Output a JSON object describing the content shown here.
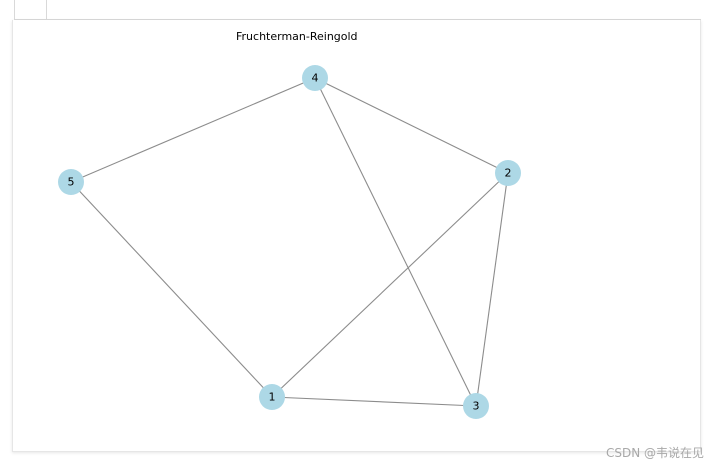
{
  "figure": {
    "title": "Fruchterman-Reingold"
  },
  "graph": {
    "node_color": "#add8e6",
    "edge_color": "#8c8c8c",
    "nodes": [
      {
        "id": "1",
        "label": "1"
      },
      {
        "id": "2",
        "label": "2"
      },
      {
        "id": "3",
        "label": "3"
      },
      {
        "id": "4",
        "label": "4"
      },
      {
        "id": "5",
        "label": "5"
      }
    ],
    "edges": [
      [
        "4",
        "5"
      ],
      [
        "4",
        "2"
      ],
      [
        "4",
        "3"
      ],
      [
        "5",
        "1"
      ],
      [
        "2",
        "1"
      ],
      [
        "2",
        "3"
      ],
      [
        "1",
        "3"
      ]
    ]
  },
  "watermark": {
    "text": "CSDN @韦说在见"
  }
}
